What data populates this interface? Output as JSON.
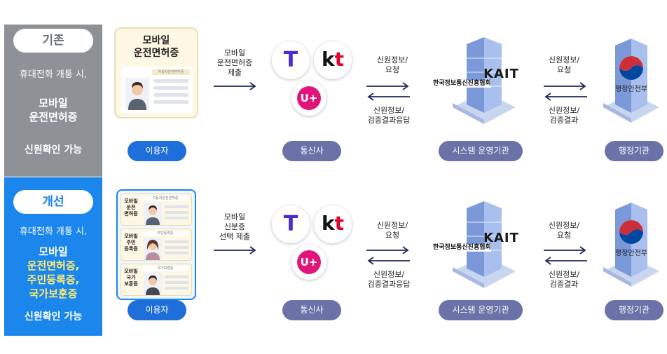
{
  "before": {
    "badge": "기존",
    "line1": "휴대전화 개통 시,",
    "main": [
      "모바일",
      "운전면허증"
    ],
    "end": "신원확인 가능",
    "card": {
      "title": [
        "모바일",
        "운전면허증"
      ],
      "header": "자동차운전면허증"
    },
    "user_to_telco": [
      "모바일",
      "운전면허증",
      "제출"
    ],
    "telco_to_system_top": [
      "신원정보/",
      "요청"
    ],
    "telco_to_system_bottom": [
      "신원정보/",
      "검증결과응답"
    ],
    "system_to_admin_top": [
      "신원정보/",
      "요청"
    ],
    "system_to_admin_bottom": [
      "신원정보/",
      "검증결과"
    ]
  },
  "after": {
    "badge": "개선",
    "line1": "휴대전화 개통 시,",
    "main": [
      "모바일",
      "운전면허증,",
      "주민등록증,",
      "국가보훈증"
    ],
    "end": "신원확인 가능",
    "cards": [
      {
        "title": [
          "모바일",
          "운전",
          "면허증"
        ],
        "header": "자동차운전면허증"
      },
      {
        "title": [
          "모바일",
          "주민",
          "등록증"
        ],
        "header": "주민등록증"
      },
      {
        "title": [
          "모바일",
          "국가",
          "보훈증"
        ],
        "header": "국가보훈증"
      }
    ],
    "user_to_telco": [
      "모바일",
      "신분증",
      "선택 제출"
    ],
    "telco_to_system_top": [
      "신원정보/",
      "요청"
    ],
    "telco_to_system_bottom": [
      "신원정보/",
      "검증결과응답"
    ],
    "system_to_admin_top": [
      "신원정보/",
      "요청"
    ],
    "system_to_admin_bottom": [
      "신원정보/",
      "검증결과"
    ]
  },
  "actors": {
    "user": "이용자",
    "telco": "통신사",
    "system": "시스템 운영기관",
    "admin": "행정기관"
  },
  "logos": {
    "t": "T",
    "kt_k": "k",
    "kt_t": "t",
    "u": "U+",
    "kait": "KAIT",
    "kait_name": "한국정보통신진흥협회",
    "mois_name": "행정안전부"
  },
  "colors": {
    "before_panel": "#8e9296",
    "after_panel": "#1b86ec",
    "user_pill": "#1e6fd9",
    "actor_pill": "#6a72a8",
    "highlight": "#ffeb70",
    "arrow": "#1f2a5a"
  }
}
